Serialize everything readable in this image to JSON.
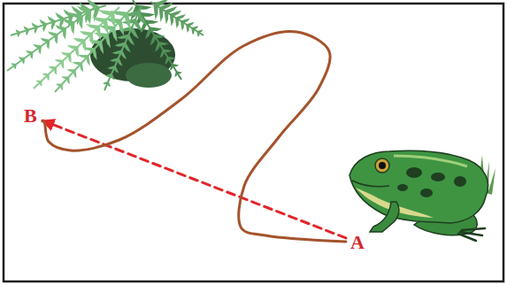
{
  "diagram": {
    "nodes": [
      {
        "text": [
          "B"
        ]
      },
      {
        "text": [
          "A"
        ]
      }
    ],
    "edges": [
      {
        "from": 1,
        "to": 0,
        "arrow": "to"
      },
      {
        "from": 1,
        "to": 0,
        "arrow": "none"
      }
    ]
  }
}
